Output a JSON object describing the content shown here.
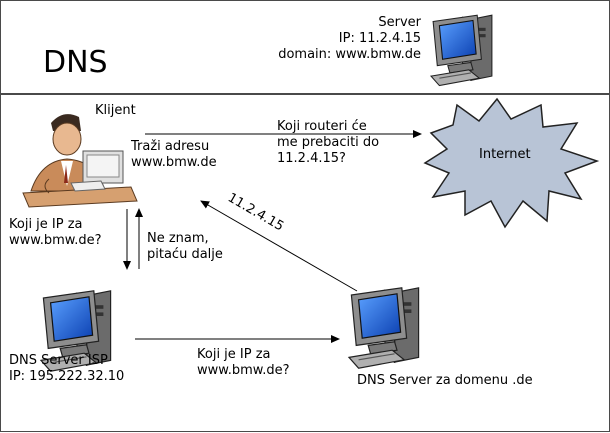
{
  "slide": {
    "title": "DNS"
  },
  "server": {
    "line1": "Server",
    "line2": "IP: 11.2.4.15",
    "line3": "domain: www.bmw.de"
  },
  "client": {
    "label": "Klijent",
    "request_line1": "Traži adresu",
    "request_line2": "www.bmw.de"
  },
  "routers_question": {
    "line1": "Koji routeri će",
    "line2": "me prebaciti do",
    "line3": "11.2.4.15?"
  },
  "internet": {
    "label": "Internet"
  },
  "client_query": {
    "line1": "Koji je IP za",
    "line2": "www.bmw.de?"
  },
  "isp_reply": {
    "line1": "Ne znam,",
    "line2": "pitaću dalje"
  },
  "answer": {
    "ip": "11.2.4.15"
  },
  "isp_server": {
    "line1": "DNS Server ISP",
    "line2": "IP: 195.222.32.10"
  },
  "isp_query": {
    "line1": "Koji je IP za",
    "line2": "www.bmw.de?"
  },
  "domain_server": {
    "label": "DNS Server za domenu .de"
  },
  "colors": {
    "monitor_body": "#8a8a8a",
    "screen": "#1f5fd6",
    "cloud_fill": "#b8c4d6",
    "rule": "#4a4a4a"
  }
}
